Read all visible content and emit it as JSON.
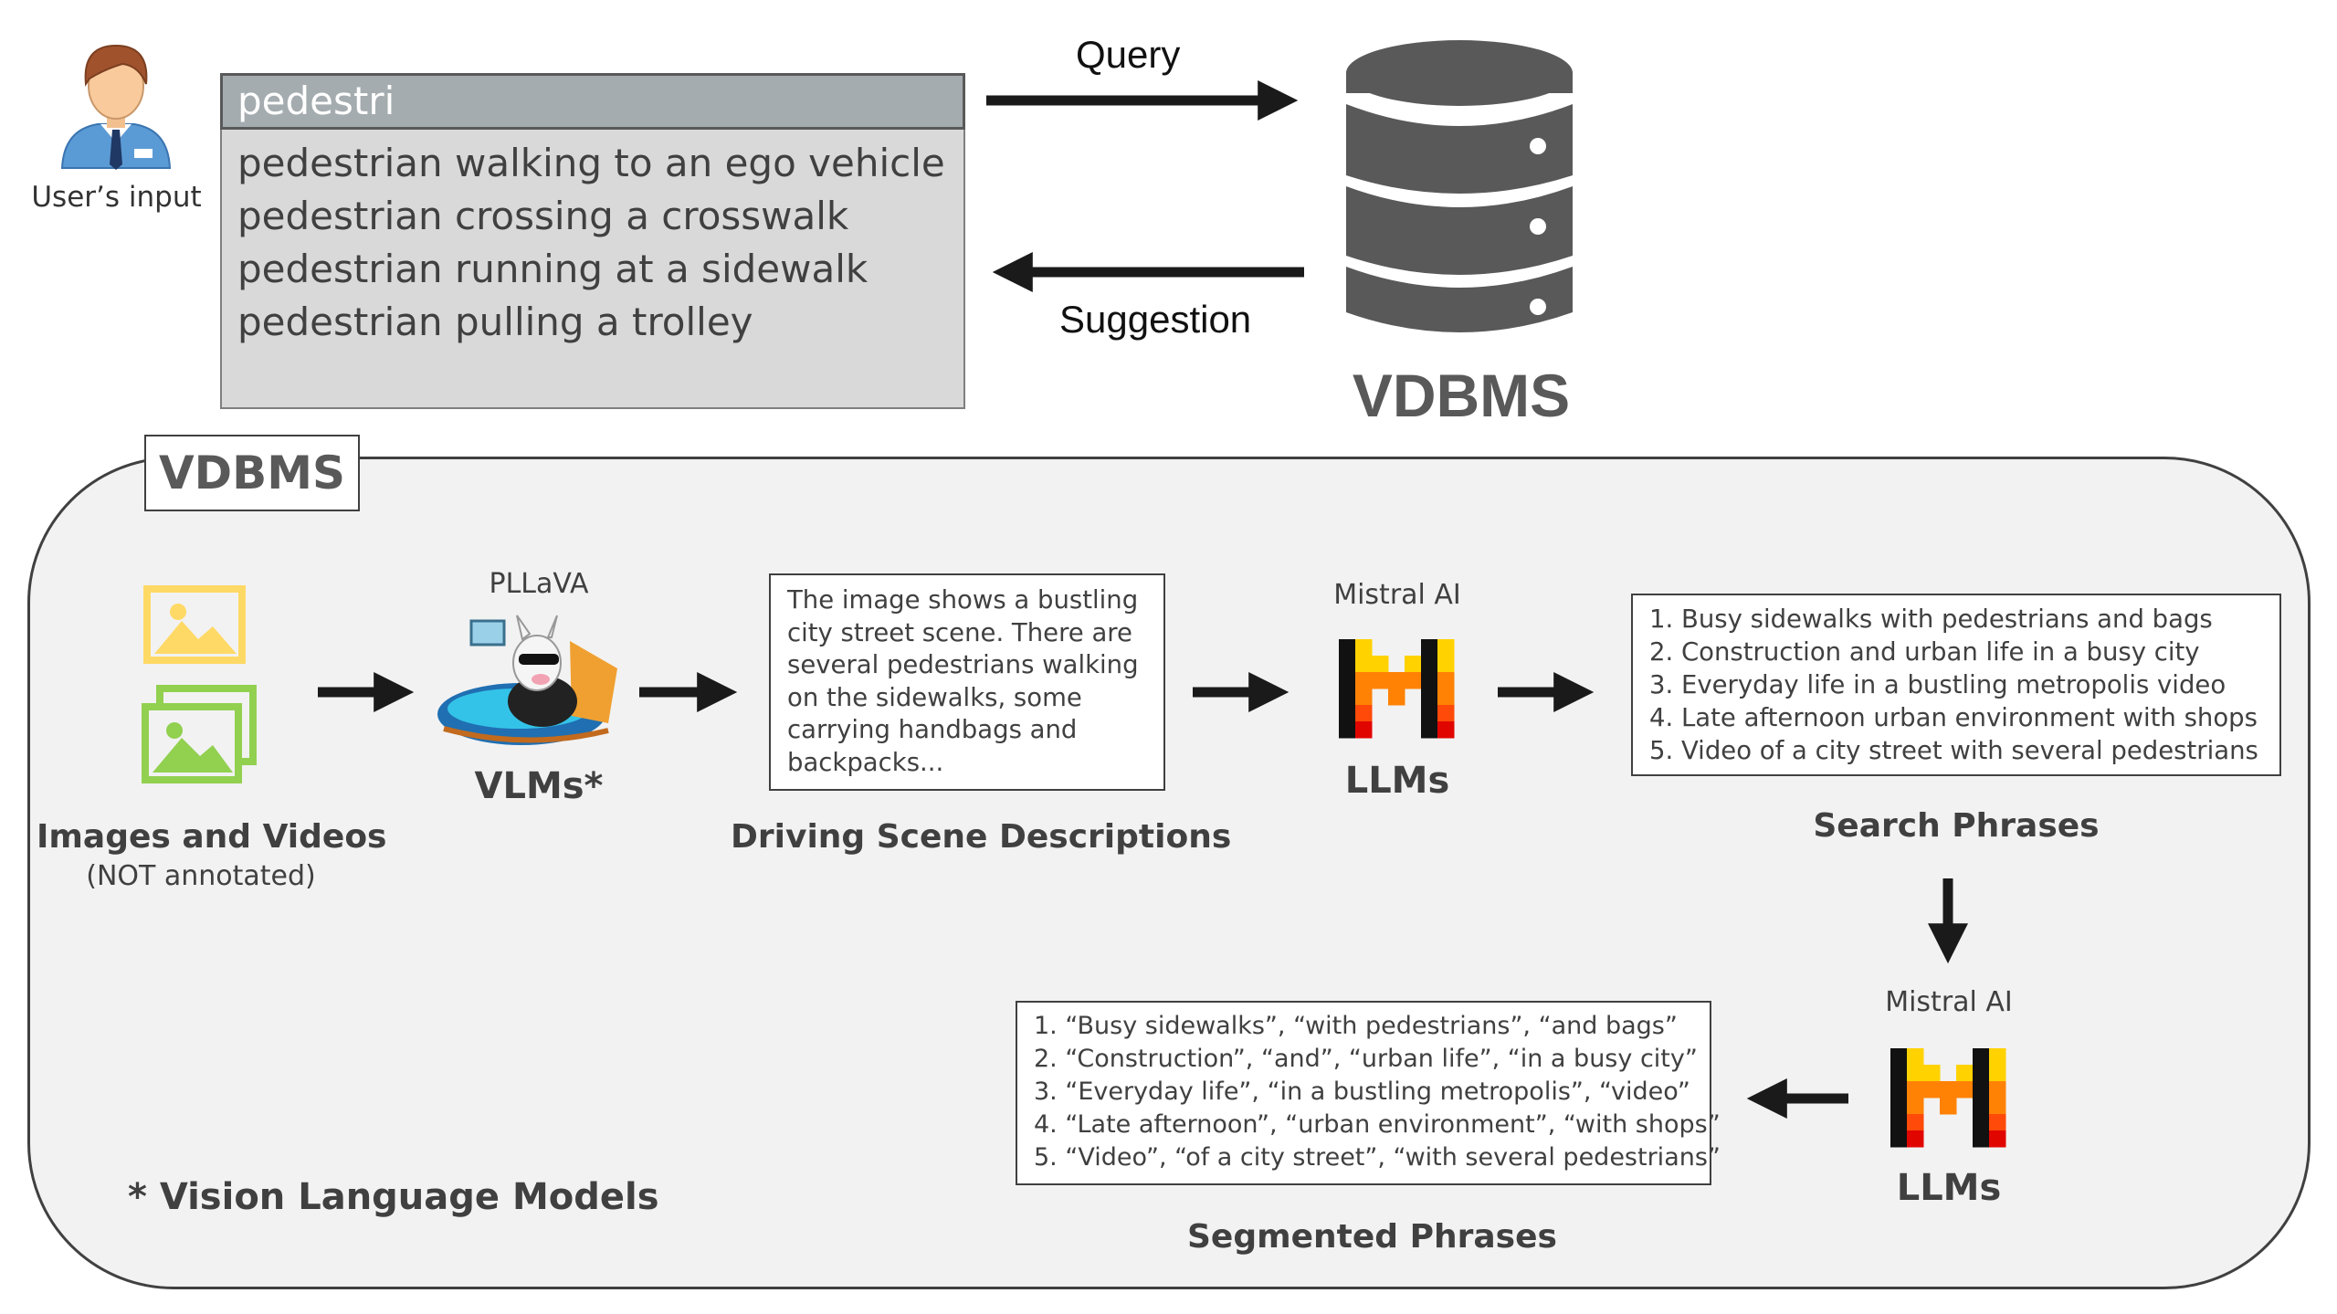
{
  "search": {
    "typed_text": "pedestri",
    "suggestions": [
      "pedestrian walking to an ego vehicle",
      "pedestrian crossing a crosswalk",
      "pedestrian running at a sidewalk",
      "pedestrian pulling a trolley"
    ]
  },
  "user": {
    "label": "User’s input",
    "icon": "user-avatar-icon"
  },
  "arrows": {
    "query_label": "Query",
    "suggestion_label": "Suggestion"
  },
  "database": {
    "label": "VDBMS",
    "icon": "database-icon"
  },
  "panel": {
    "title": "VDBMS",
    "images": {
      "label": "Images and Videos",
      "note": "(NOT annotated)",
      "icon": "image-gallery-icon"
    },
    "vlm": {
      "model_name": "PLLaVA",
      "label": "VLMs*",
      "icon": "llama-mascot-icon"
    },
    "descriptions": {
      "lines": [
        "The image shows a bustling",
        "city street scene. There are",
        "several pedestrians walking",
        "on the sidewalks, some",
        "carrying handbags and",
        "backpacks..."
      ],
      "label": "Driving Scene Descriptions"
    },
    "llm_1": {
      "model_name": "Mistral AI",
      "label": "LLMs",
      "icon": "mistral-logo-icon"
    },
    "search_phrases": {
      "items": [
        "1. Busy sidewalks with pedestrians and bags",
        "2. Construction and urban life in a busy city",
        "3. Everyday life in a bustling metropolis video",
        "4. Late afternoon urban environment with shops",
        "5. Video of a city street with several pedestrians"
      ],
      "label": "Search Phrases"
    },
    "llm_2": {
      "model_name": "Mistral AI",
      "label": "LLMs",
      "icon": "mistral-logo-icon"
    },
    "segmented_phrases": {
      "items": [
        "1. “Busy sidewalks”, “with pedestrians”, “and bags”",
        "2. “Construction”, “and”, “urban life”, “in a busy city”",
        "3. “Everyday life”, “in a bustling metropolis”, “video”",
        "4. “Late afternoon”, “urban environment”, “with shops”",
        "5. “Video”, “of a city street”, “with several pedestrians”"
      ],
      "label": "Segmented Phrases"
    },
    "footnote": "* Vision Language Models"
  },
  "colors": {
    "image_yellow": "#ffd966",
    "image_green": "#92d050",
    "database_gray": "#595959",
    "mistral_yellow": "#ffd200",
    "mistral_orange": "#ff8205",
    "mistral_red": "#e10500",
    "user_shirt": "#5b9bd5"
  }
}
